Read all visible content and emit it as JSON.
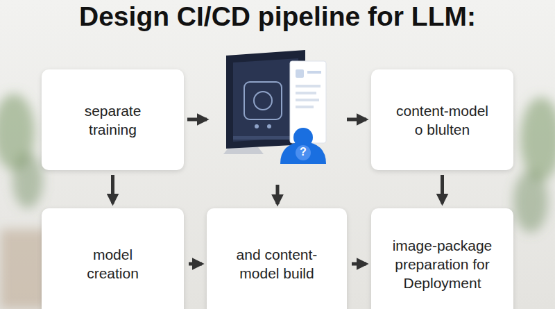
{
  "diagram": {
    "title": "Design CI/CD pipeline for LLM:",
    "nodes": [
      {
        "text": [
          "separate training"
        ]
      },
      {
        "text": [
          "content-model o blulten"
        ]
      },
      {
        "text": [
          "model creation"
        ]
      },
      {
        "text": [
          "and content-model build"
        ]
      },
      {
        "text": [
          "image-package preparation for Deployment"
        ]
      }
    ],
    "edges": [
      {
        "from": 0,
        "to": 2,
        "arrow": "to"
      },
      {
        "from": 1,
        "to": 4,
        "arrow": "to"
      },
      {
        "from": 2,
        "to": 3,
        "arrow": "to"
      },
      {
        "from": 3,
        "to": 4,
        "arrow": "to"
      }
    ],
    "labels": [
      "?"
    ]
  }
}
